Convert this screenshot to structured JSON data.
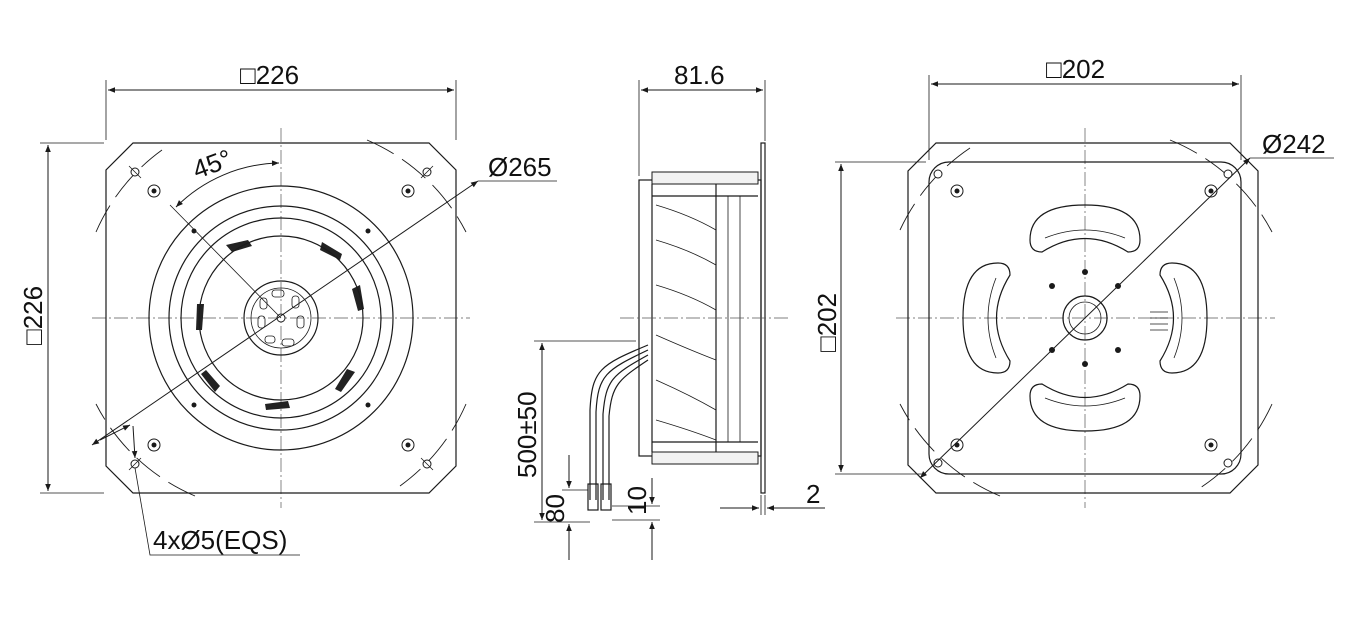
{
  "front_view": {
    "square_width": "□226",
    "square_height": "□226",
    "angle": "45°",
    "diameter": "Ø265",
    "holes": "4xØ5(EQS)"
  },
  "side_view": {
    "depth": "81.6",
    "cable_length": "500±50",
    "strip_length": "80",
    "end_length": "10",
    "flange": "2"
  },
  "back_view": {
    "square_width": "□202",
    "square_height": "□202",
    "diameter": "Ø242"
  }
}
